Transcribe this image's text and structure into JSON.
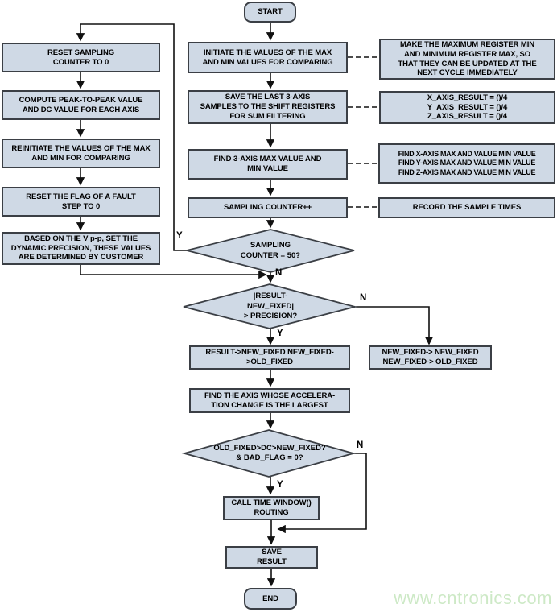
{
  "watermark": "www.cntronics.com",
  "colors": {
    "node_fill": "#cfd9e5",
    "node_border": "#3b3f45",
    "connector": "#111111",
    "watermark_green": "#cde9c6"
  },
  "labels": {
    "yes": "Y",
    "no": "N"
  },
  "nodes": {
    "start": {
      "type": "terminator",
      "text": "START"
    },
    "end": {
      "type": "terminator",
      "text": "END"
    },
    "l1": {
      "type": "process",
      "text": "RESET SAMPLING\nCOUNTER TO 0"
    },
    "l2": {
      "type": "process",
      "text": "COMPUTE PEAK-TO-PEAK VALUE\nAND DC VALUE FOR EACH AXIS"
    },
    "l3": {
      "type": "process",
      "text": "REINITIATE THE VALUES OF THE MAX\nAND MIN FOR COMPARING"
    },
    "l4": {
      "type": "process",
      "text": "RESET THE FLAG OF A FAULT\nSTEP TO 0"
    },
    "l5": {
      "type": "process",
      "text": "BASED ON THE V p-p, SET THE\nDYNAMIC PRECISION, THESE VALUES\nARE DETERMINED BY CUSTOMER"
    },
    "m1": {
      "type": "process",
      "text": "INITIATE THE VALUES OF THE MAX\nAND MIN VALUES FOR COMPARING"
    },
    "m2": {
      "type": "process",
      "text": "SAVE THE LAST 3-AXIS\nSAMPLES TO THE SHIFT REGISTERS\nFOR SUM FILTERING"
    },
    "m3": {
      "type": "process",
      "text": "FIND 3-AXIS MAX VALUE AND\nMIN VALUE"
    },
    "m4": {
      "type": "process",
      "text": "SAMPLING COUNTER++"
    },
    "d1": {
      "type": "decision",
      "text": "SAMPLING\nCOUNTER = 50?"
    },
    "d2": {
      "type": "decision",
      "text": "|RESULT-\nNEW_FIXED|\n> PRECISION?"
    },
    "m5": {
      "type": "process",
      "text": "RESULT->NEW_FIXED NEW_FIXED-\n>OLD_FIXED"
    },
    "m6": {
      "type": "process",
      "text": "FIND THE AXIS WHOSE ACCELERA-\nTION CHANGE IS THE LARGEST"
    },
    "d3": {
      "type": "decision",
      "text": "OLD_FIXED>DC>NEW_FIXED?\n& BAD_FLAG = 0?"
    },
    "m7": {
      "type": "process",
      "text": "CALL TIME WINDOW()\nROUTING"
    },
    "m8": {
      "type": "process",
      "text": "SAVE\nRESULT"
    },
    "r1": {
      "type": "annotation",
      "text": "MAKE THE MAXIMUM REGISTER MIN\nAND MINIMUM REGISTER MAX, SO\nTHAT THEY CAN BE UPDATED AT THE\nNEXT CYCLE IMMEDIATELY"
    },
    "r2": {
      "type": "annotation",
      "text": "X_AXIS_RESULT = ()/4\nY_AXIS_RESULT = ()/4\nZ_AXIS_RESULT = ()/4"
    },
    "r3": {
      "type": "annotation",
      "text": "FIND X-AXIS MAX AND VALUE MIN VALUE\nFIND Y-AXIS MAX AND VALUE MIN VALUE\nFIND Z-AXIS MAX AND VALUE MIN VALUE"
    },
    "r4": {
      "type": "annotation",
      "text": "RECORD THE SAMPLE TIMES"
    },
    "r5": {
      "type": "process",
      "text": "NEW_FIXED-> NEW_FIXED\nNEW_FIXED-> OLD_FIXED"
    }
  },
  "edges": [
    {
      "from": "start",
      "to": "m1"
    },
    {
      "from": "m1",
      "to": "m2"
    },
    {
      "from": "m2",
      "to": "m3"
    },
    {
      "from": "m3",
      "to": "m4"
    },
    {
      "from": "m4",
      "to": "d1"
    },
    {
      "from": "d1",
      "to": "l1",
      "label": "Y"
    },
    {
      "from": "d1",
      "to": "d2",
      "label": "N"
    },
    {
      "from": "l1",
      "to": "l2"
    },
    {
      "from": "l2",
      "to": "l3"
    },
    {
      "from": "l3",
      "to": "l4"
    },
    {
      "from": "l4",
      "to": "l5"
    },
    {
      "from": "l5",
      "to": "d2"
    },
    {
      "from": "d2",
      "to": "m5",
      "label": "Y"
    },
    {
      "from": "d2",
      "to": "r5",
      "label": "N"
    },
    {
      "from": "m5",
      "to": "m6"
    },
    {
      "from": "m6",
      "to": "d3"
    },
    {
      "from": "d3",
      "to": "m7",
      "label": "Y"
    },
    {
      "from": "d3",
      "to": "m8",
      "label": "N"
    },
    {
      "from": "m7",
      "to": "m8"
    },
    {
      "from": "m8",
      "to": "end"
    },
    {
      "from": "m1",
      "to": "r1",
      "style": "dashed"
    },
    {
      "from": "m2",
      "to": "r2",
      "style": "dashed"
    },
    {
      "from": "m3",
      "to": "r3",
      "style": "dashed"
    },
    {
      "from": "m4",
      "to": "r4",
      "style": "dashed"
    }
  ]
}
